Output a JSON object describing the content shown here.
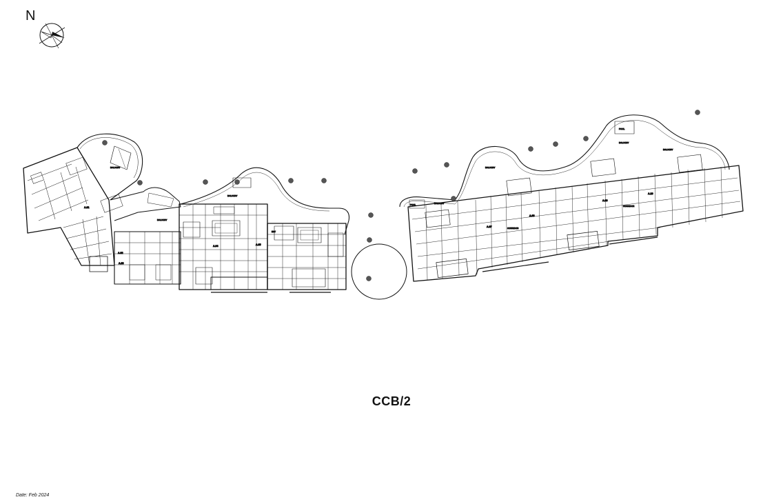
{
  "orientation": {
    "north_label": "N",
    "icon": "north-arrow-compass-icon"
  },
  "drawing": {
    "title": "CCB/2",
    "date": "Date: Feb 2024"
  },
  "colors": {
    "line": "#111111",
    "column": "#444444",
    "accent_label": "#d01818",
    "background": "#ffffff"
  }
}
